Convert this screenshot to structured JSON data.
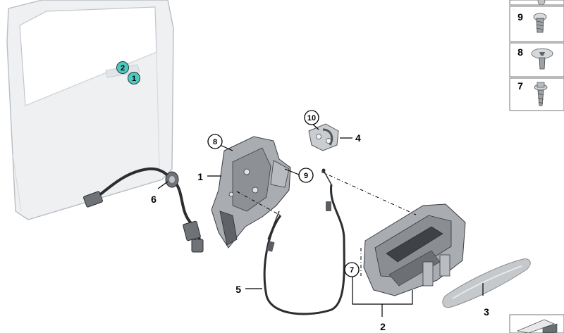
{
  "colors": {
    "door_fill": "#eef0f2",
    "door_stroke": "#b9bec4",
    "teal_callout": "#4fc9c0",
    "line": "#000000"
  },
  "door_callouts": [
    "2",
    "1"
  ],
  "labels": {
    "p1": "1",
    "p2": "2",
    "p3": "3",
    "p4": "4",
    "p5": "5",
    "p6": "6"
  },
  "callouts": {
    "c7": "7",
    "c8": "8",
    "c9": "9",
    "c10": "10"
  },
  "screw_panel": {
    "rows": [
      {
        "num": "9",
        "icon": "torx-screw-icon"
      },
      {
        "num": "8",
        "icon": "flat-head-torx-screw-icon"
      },
      {
        "num": "7",
        "icon": "flange-screw-icon"
      }
    ]
  }
}
